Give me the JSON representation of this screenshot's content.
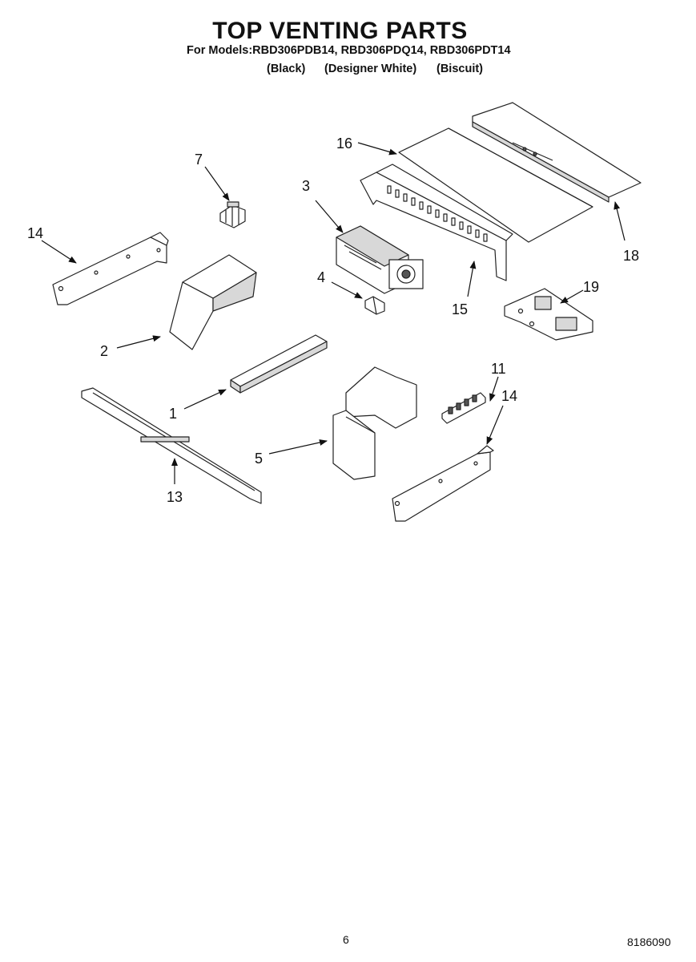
{
  "header": {
    "title": "TOP VENTING PARTS",
    "models_line": "For Models:RBD306PDB14, RBD306PDQ14, RBD306PDT14",
    "variants": [
      "(Black)",
      "(Designer White)",
      "(Biscuit)"
    ]
  },
  "callouts": {
    "c16": "16",
    "c7": "7",
    "c3": "3",
    "c14a": "14",
    "c18": "18",
    "c4": "4",
    "c19": "19",
    "c15": "15",
    "c2": "2",
    "c11": "11",
    "c14b": "14",
    "c1": "1",
    "c5": "5",
    "c13": "13"
  },
  "footer": {
    "page": "6",
    "doc": "8186090"
  }
}
